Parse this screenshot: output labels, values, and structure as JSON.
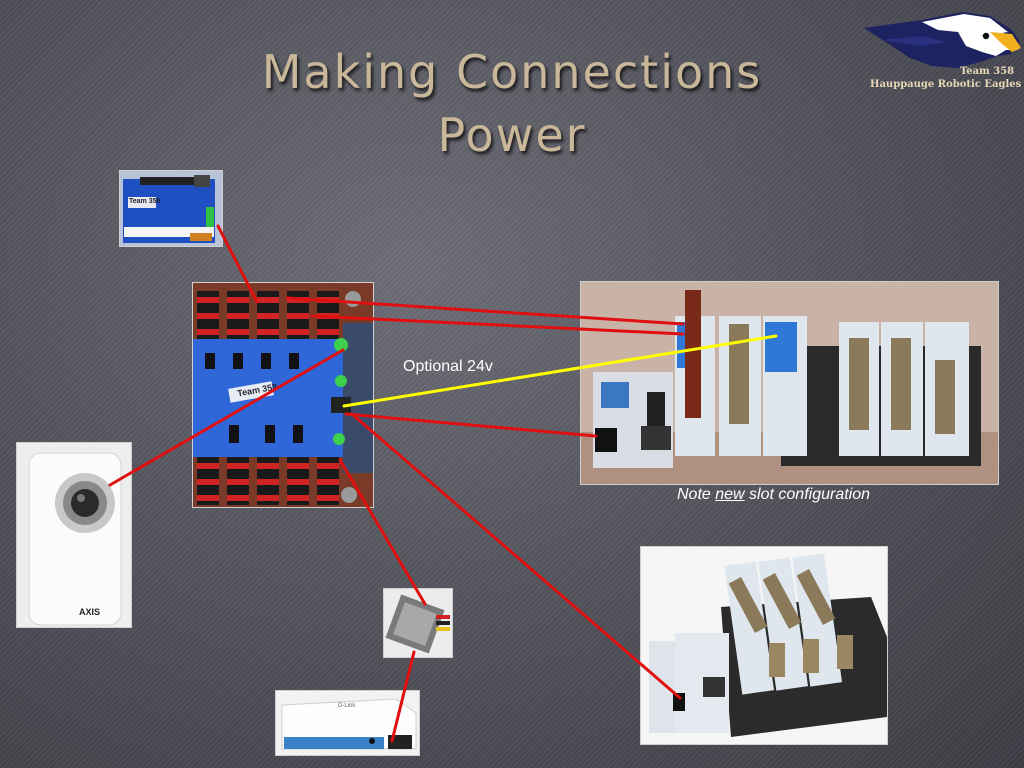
{
  "slide": {
    "title_line1": "Making Connections",
    "title_line2": "Power"
  },
  "logo": {
    "icon": "eagle-head-icon",
    "team": "Team 358",
    "name": "Hauppauge Robotic Eagles"
  },
  "photos": {
    "digital_sidecar": {
      "icon": "digital-sidecar-board",
      "label": "Team 358"
    },
    "power_board": {
      "icon": "power-distribution-board",
      "label": "Team 358"
    },
    "crio_top": {
      "icon": "crio-controller-modules"
    },
    "camera": {
      "icon": "ip-camera",
      "brand": "AXIS"
    },
    "converter": {
      "icon": "dc-dc-converter"
    },
    "router": {
      "icon": "wireless-router",
      "brand": "D-Link"
    },
    "crio_bottom": {
      "icon": "crio-controller-chassis"
    }
  },
  "labels": {
    "optional_24v": "Optional 24v",
    "note_prefix": "Note ",
    "note_emphasis": "new",
    "note_suffix": " slot configuration"
  },
  "colors": {
    "power_wire": "#e01010",
    "optional_wire": "#ffff00",
    "title": "#c9b79a"
  }
}
